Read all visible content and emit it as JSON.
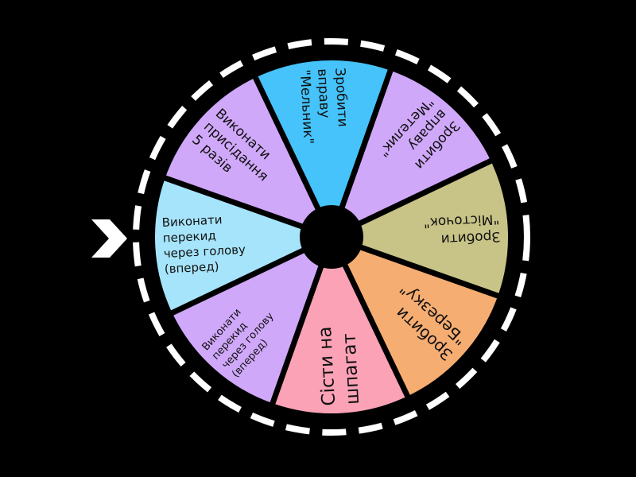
{
  "wheel": {
    "segments": [
      {
        "lines": [
          "Виконати",
          "перекид",
          "через голову",
          "(вперед)"
        ],
        "color": "#a6e4fb",
        "size": 15
      },
      {
        "lines": [
          "Виконати",
          "присідання",
          "5 разів"
        ],
        "color": "#d0a8fa",
        "size": 17
      },
      {
        "lines": [
          "Зробити",
          "вправу",
          "\"Мельник\""
        ],
        "color": "#45c3fa",
        "size": 17
      },
      {
        "lines": [
          "Зробити",
          "вправу",
          "\"Метелик\""
        ],
        "color": "#d0a8fa",
        "size": 17
      },
      {
        "lines": [
          "Зробити",
          "\"Місточок\""
        ],
        "color": "#c8c487",
        "size": 17
      },
      {
        "lines": [
          "Зробити",
          "\"Березку\""
        ],
        "color": "#f6ad72",
        "size": 20
      },
      {
        "lines": [
          "Сісти на",
          "шпагат"
        ],
        "color": "#fba2b6",
        "size": 23
      },
      {
        "lines": [
          "Виконати",
          "перекид",
          "через голову",
          "(вперед)"
        ],
        "color": "#d0a8fa",
        "size": 13
      }
    ],
    "ring_color": "#ffffff",
    "hub_color": "#000000",
    "pointer_color": "#ffffff"
  }
}
